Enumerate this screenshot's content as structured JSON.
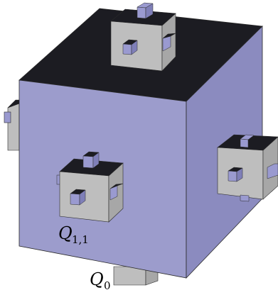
{
  "labels": {
    "big_cube": {
      "main": "Q",
      "sub": "0"
    },
    "small_cube": {
      "main": "Q",
      "sub": "1,1"
    }
  },
  "colors": {
    "lavender_front": "#9c9ccc",
    "lavender_side": "#8b8bbf",
    "top_dark": "#1c1c22",
    "gray_front": "#bebebe",
    "gray_side": "#a7a7a7",
    "knob_front": "#9a9ad0",
    "knob_side": "#7f7fb8",
    "outline": "#2a2a2a"
  }
}
